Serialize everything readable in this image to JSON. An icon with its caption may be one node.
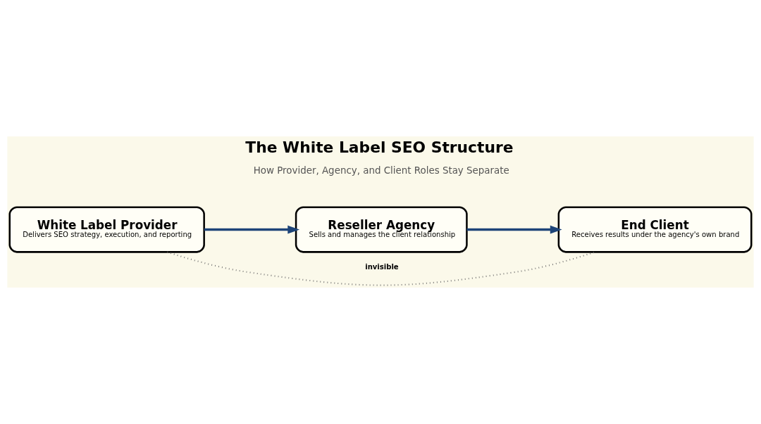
{
  "diagram": {
    "title": "The White Label SEO Structure",
    "nodes": [
      {
        "text": [
          "White Label Provider",
          "Delivers SEO strategy, execution, and reporting"
        ]
      },
      {
        "text": [
          "Reseller Agency",
          "Sells and manages the client relationship"
        ]
      },
      {
        "text": [
          "End Client",
          "Receives results under the agency's own brand"
        ]
      }
    ],
    "edges": [
      {
        "from": 0,
        "to": 1,
        "arrow": "to"
      },
      {
        "from": 1,
        "to": 2,
        "arrow": "to"
      },
      {
        "from": 0,
        "to": 2,
        "arrow": "none",
        "label": "invisible",
        "style": "dashed",
        "color": "#666666"
      }
    ],
    "labels": [
      "How Provider, Agency, and Client Roles Stay Separate"
    ]
  }
}
